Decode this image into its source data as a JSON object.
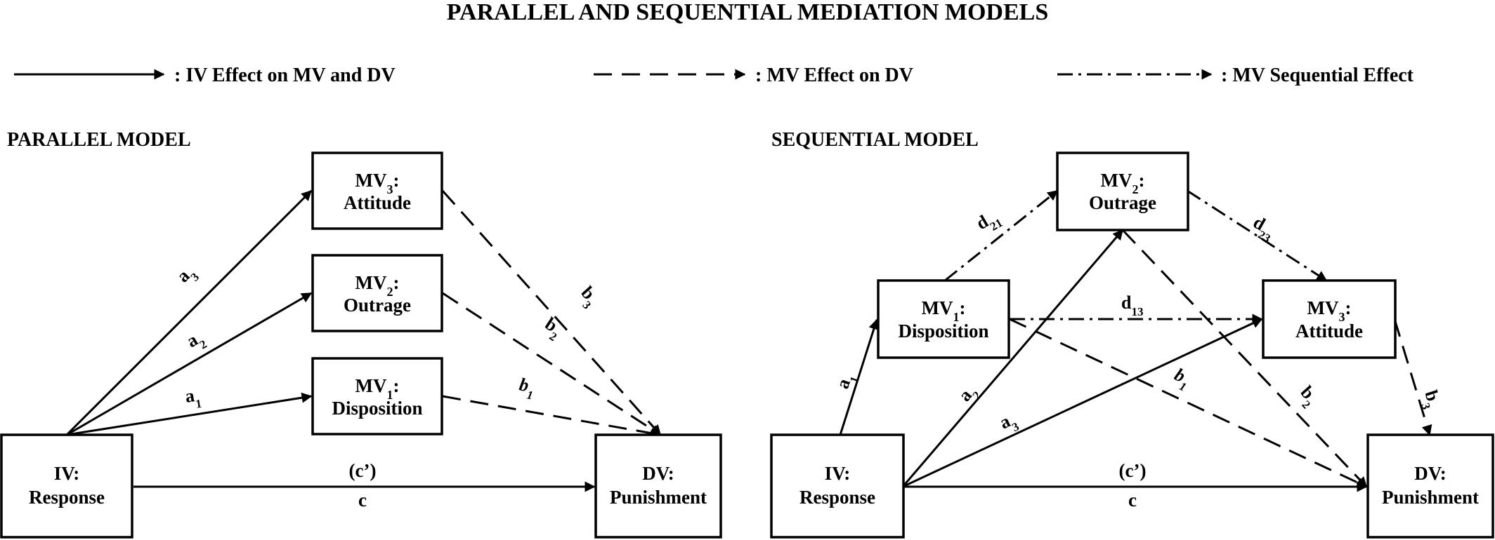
{
  "title": "PARALLEL AND SEQUENTIAL MEDIATION MODELS",
  "legend": {
    "solid": ": IV Effect on MV and DV",
    "dashed": ": MV Effect on DV",
    "dashdot": ": MV Sequential Effect"
  },
  "parallel": {
    "heading": "PARALLEL MODEL",
    "mv3": {
      "line1": "MV",
      "sub": "3",
      "colon": ":",
      "line2": "Attitude"
    },
    "mv2": {
      "line1": "MV",
      "sub": "2",
      "colon": ":",
      "line2": "Outrage"
    },
    "mv1": {
      "line1": "MV",
      "sub": "1",
      "colon": ":",
      "line2": "Disposition"
    },
    "iv": {
      "line1": "IV:",
      "line2": "Response"
    },
    "dv": {
      "line1": "DV:",
      "line2": "Punishment"
    },
    "labels": {
      "a3": {
        "base": "a",
        "sub": "3"
      },
      "a2": {
        "base": "a",
        "sub": "2"
      },
      "a1": {
        "base": "a",
        "sub": "1"
      },
      "b3": {
        "base": "b",
        "sub": "3"
      },
      "b2": {
        "base": "b",
        "sub": "2"
      },
      "b1": {
        "base": "b",
        "sub": "1"
      },
      "cprime": "(c’)",
      "c": "c"
    }
  },
  "sequential": {
    "heading": "SEQUENTIAL MODEL",
    "mv2": {
      "line1": "MV",
      "sub": "2",
      "colon": ":",
      "line2": "Outrage"
    },
    "mv1": {
      "line1": "MV",
      "sub": "1",
      "colon": ":",
      "line2": "Disposition"
    },
    "mv3": {
      "line1": "MV",
      "sub": "3",
      "colon": ":",
      "line2": "Attitude"
    },
    "iv": {
      "line1": "IV:",
      "line2": "Response"
    },
    "dv": {
      "line1": "DV:",
      "line2": "Punishment"
    },
    "labels": {
      "d21": {
        "base": "d",
        "sub": "21"
      },
      "d23": {
        "base": "d",
        "sub": "23"
      },
      "d13": {
        "base": "d",
        "sub": "13"
      },
      "a1": {
        "base": "a",
        "sub": "1"
      },
      "a2": {
        "base": "a",
        "sub": "2"
      },
      "a3": {
        "base": "a",
        "sub": "3"
      },
      "b1": {
        "base": "b",
        "sub": "1"
      },
      "b2": {
        "base": "b",
        "sub": "2"
      },
      "b3": {
        "base": "b",
        "sub": "3"
      },
      "cprime": "(c’)",
      "c": "c"
    }
  }
}
